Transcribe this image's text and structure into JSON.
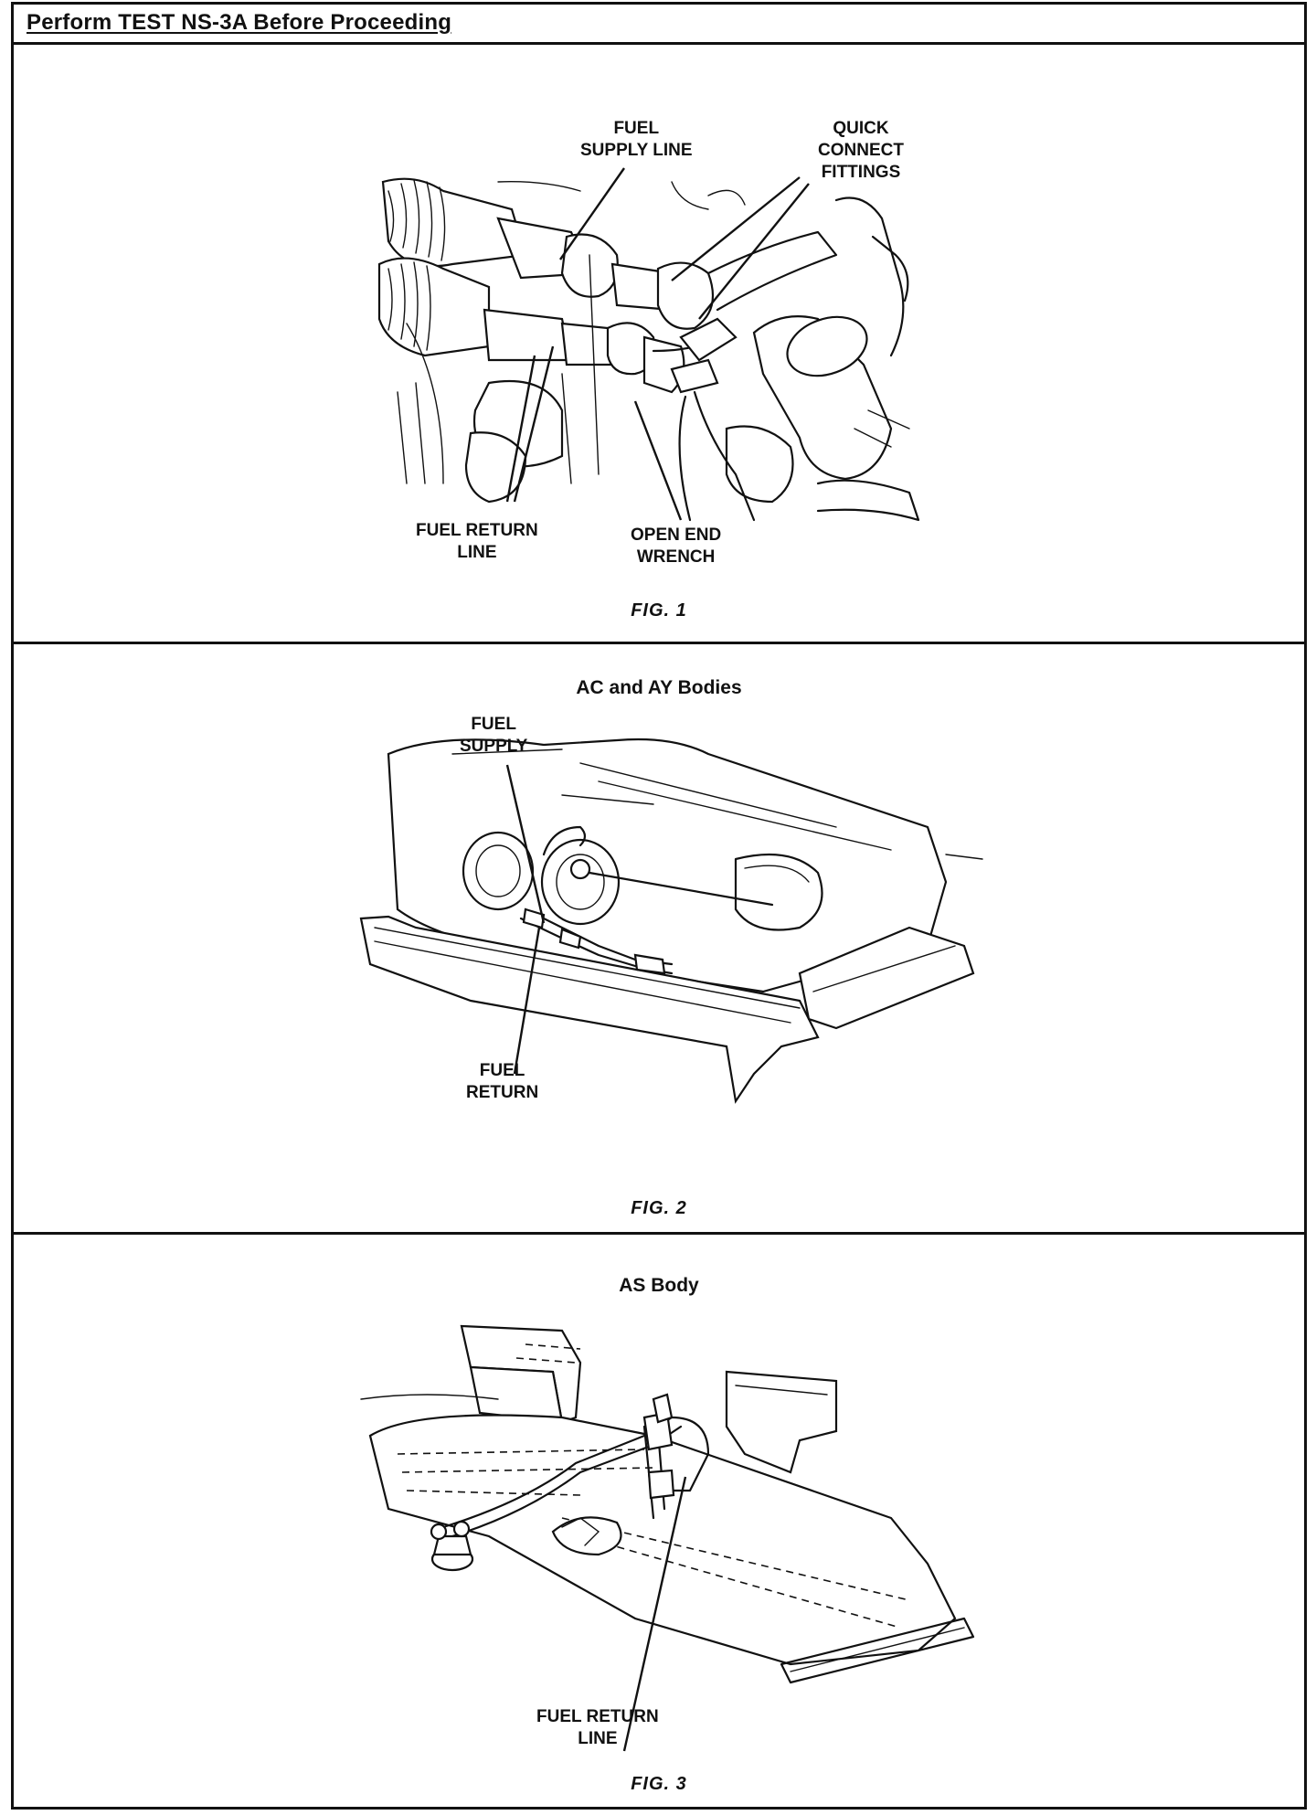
{
  "header": {
    "title": "Perform TEST NS-3A Before Proceeding"
  },
  "fig1": {
    "caption": "FIG. 1",
    "callouts": {
      "fuel_supply_line": "FUEL\nSUPPLY LINE",
      "quick_connect_fittings": "QUICK\nCONNECT\nFITTINGS",
      "fuel_return_line": "FUEL RETURN\nLINE",
      "open_end_wrench": "OPEN END\nWRENCH"
    }
  },
  "fig2": {
    "caption": "FIG. 2",
    "title": "AC and AY Bodies",
    "callouts": {
      "fuel_supply": "FUEL\nSUPPLY",
      "fuel_return": "FUEL\nRETURN"
    }
  },
  "fig3": {
    "caption": "FIG. 3",
    "title": "AS Body",
    "callouts": {
      "fuel_return_line": "FUEL RETURN\nLINE"
    }
  }
}
